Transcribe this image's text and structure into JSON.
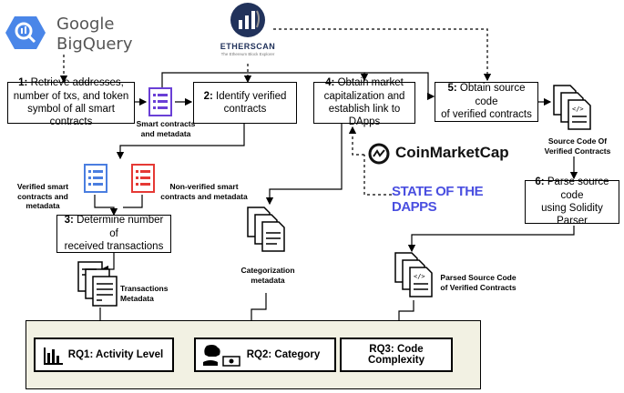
{
  "logos": {
    "bigquery_line1": "Google",
    "bigquery_line2": "BigQuery",
    "etherscan": "ETHERSCAN",
    "etherscan_tagline": "The Ethereum Block Explorer",
    "coinmarketcap": "CoinMarketCap",
    "stateofthedapps": "STATE OF THE DAPPS"
  },
  "steps": {
    "s1": {
      "num": "1:",
      "text": "Retrieve addresses,\nnumber of txs, and token\nsymbol of all smart contracts"
    },
    "s2": {
      "num": "2:",
      "text": "Identify verified\ncontracts"
    },
    "s3": {
      "num": "3:",
      "text": "Determine number of\nreceived transactions"
    },
    "s4": {
      "num": "4:",
      "text": "Obtain market\ncapitalization and\nestablish link to DApps"
    },
    "s5": {
      "num": "5:",
      "text": "Obtain source code\nof verified contracts"
    },
    "s6": {
      "num": "6:",
      "text": "Parse source code\nusing Solidity Parser"
    }
  },
  "labels": {
    "smart_contracts": "Smart contracts\nand metadata",
    "verified": "Verified smart\ncontracts and metadata",
    "non_verified": "Non-verified smart\ncontracts and metadata",
    "transactions": "Transactions\nMetadata",
    "categorization": "Categorization\nmetadata",
    "source_code": "Source Code Of\nVerified Contracts",
    "parsed": "Parsed Source Code\nof Verified Contracts"
  },
  "rq": {
    "rq1": "RQ1: Activity Level",
    "rq2": "RQ2: Category",
    "rq3": "RQ3: Code\nComplexity"
  },
  "colors": {
    "bigquery_blue": "#4a86e8",
    "list_purple": "#6a3fd6",
    "list_blue": "#4a7ee0",
    "list_red": "#e53935",
    "panel_bg": "#f2f1e3",
    "state_dapps_blue": "#4a4fe0"
  },
  "icons": [
    "bigquery-logo-icon",
    "etherscan-logo-icon",
    "coinmarketcap-logo-icon",
    "document-stack-icon",
    "list-document-icon",
    "bar-chart-icon",
    "gamepad-icon",
    "handshake-icon",
    "money-icon"
  ]
}
